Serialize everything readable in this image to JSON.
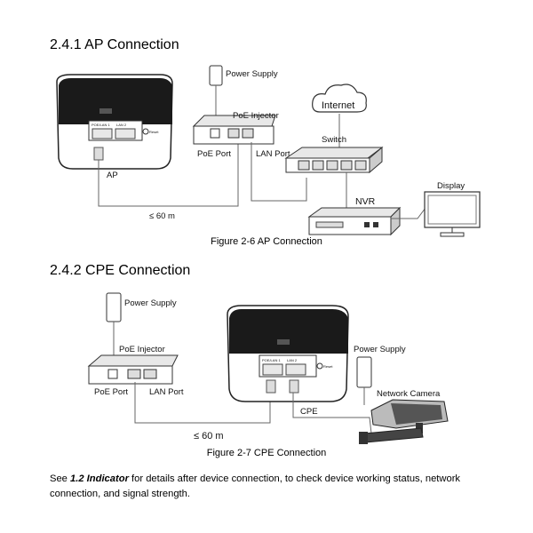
{
  "sections": [
    {
      "heading": "2.4.1 AP Connection",
      "caption": "Figure 2-6 AP Connection",
      "labels": {
        "power_supply": "Power Supply",
        "poe_injector": "PoE Injector",
        "poe_port": "PoE Port",
        "lan_port": "LAN Port",
        "ap": "AP",
        "distance": "≤ 60 m",
        "internet": "Internet",
        "switch": "Switch",
        "nvr": "NVR",
        "display": "Display"
      },
      "device_text": {
        "port1": "POE/LAN 1",
        "port2": "LAN 2",
        "reset": "Reset"
      }
    },
    {
      "heading": "2.4.2 CPE Connection",
      "caption": "Figure 2-7 CPE Connection",
      "labels": {
        "power_supply_left": "Power Supply",
        "poe_injector": "PoE Injector",
        "poe_port": "PoE Port",
        "lan_port": "LAN Port",
        "distance": "≤ 60 m",
        "cpe": "CPE",
        "power_supply_right": "Power Supply",
        "network_camera": "Network Camera"
      },
      "device_text": {
        "port1": "POE/LAN 1",
        "port2": "LAN 2",
        "reset": "Reset"
      }
    }
  ],
  "note": {
    "prefix": "See ",
    "link": "1.2 Indicator",
    "suffix": " for details after device connection, to check device working status, network connection, and signal strength."
  }
}
